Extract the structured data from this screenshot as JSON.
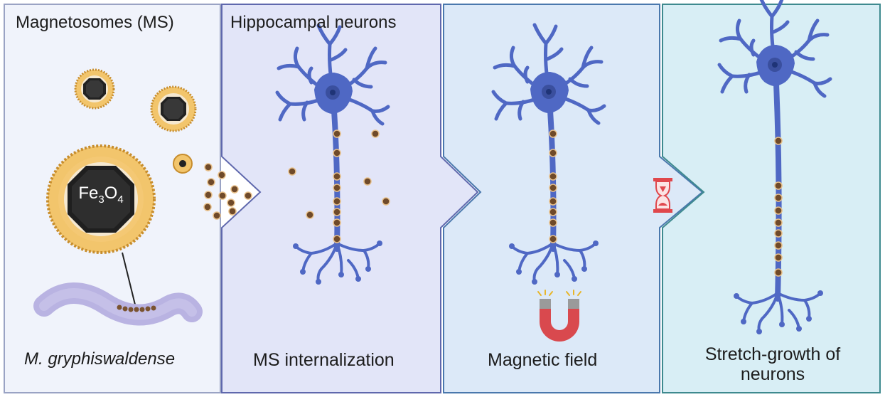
{
  "panels": [
    {
      "heading": "Magnetosomes (MS)",
      "particle_label_main": "Fe",
      "particle_sub_1": "3",
      "particle_mid": "O",
      "particle_sub_2": "4",
      "caption": "M. gryphiswaldense",
      "fill": "#f0f3fb",
      "border": "#9aa3c4"
    },
    {
      "heading": "Hippocampal neurons",
      "caption": "MS internalization",
      "fill": "#e2e5f8",
      "border": "#5f68ad"
    },
    {
      "caption": "Magnetic field",
      "fill": "#dce9f8",
      "border": "#4a78ad"
    },
    {
      "caption_line1": "Stretch-growth of",
      "caption_line2": "neurons",
      "fill": "#d8eef5",
      "border": "#3e8a8f"
    }
  ],
  "icons": {
    "neuron": "neuron-icon",
    "bacterium": "bacterium-icon",
    "magnet": "magnet-icon",
    "hourglass": "hourglass-icon"
  },
  "colors": {
    "neuron": "#4f68c4",
    "neuron_dark": "#3a4f9e",
    "nucleus": "#1f3477",
    "magnetosome": "#7a5330",
    "membrane": "#f2c56c",
    "membrane_dot": "#c78d2d",
    "bacterium": "#b9b3e2",
    "magnet": "#d9494e",
    "hourglass": "#e0474c"
  }
}
